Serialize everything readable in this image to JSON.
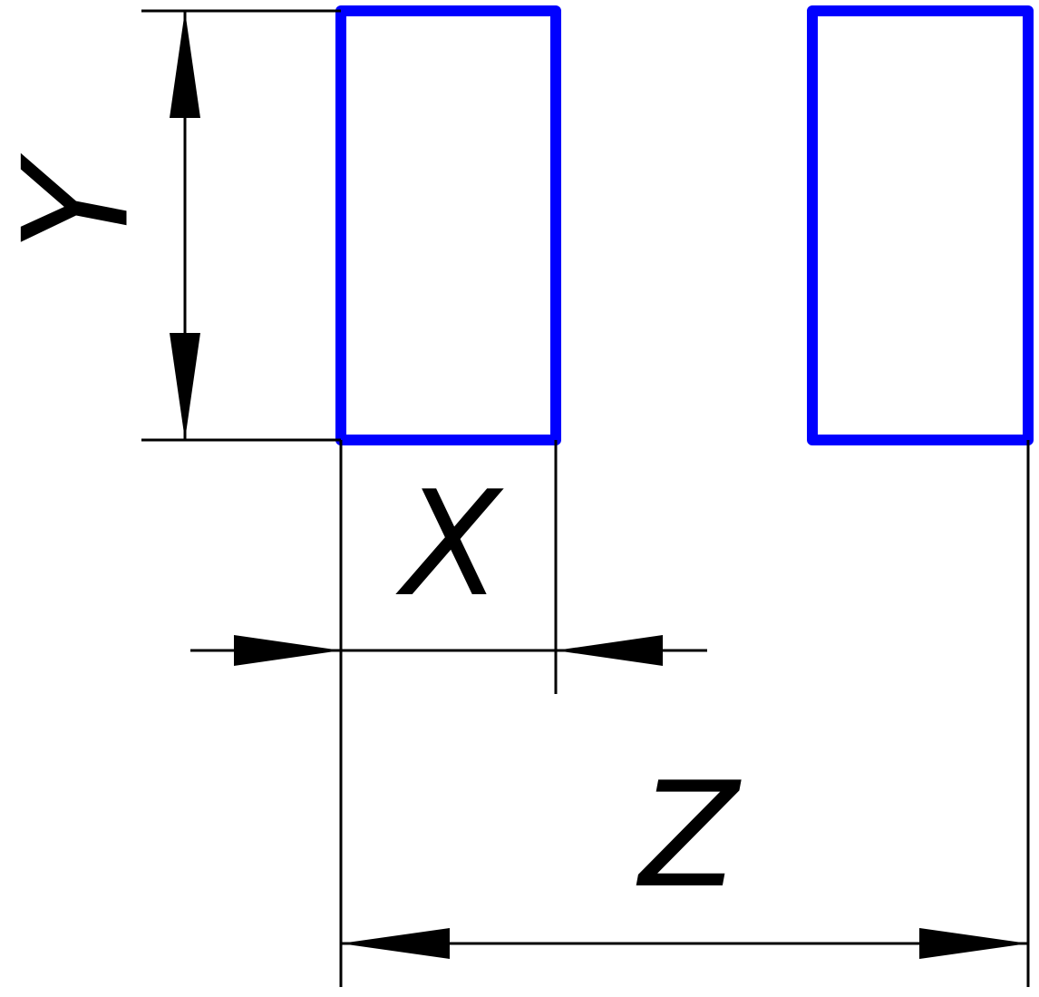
{
  "colors": {
    "shape": "#0000ff",
    "dimension": "#000000",
    "background": "#ffffff"
  },
  "labels": {
    "y": "Y",
    "x": "X",
    "z": "Z"
  }
}
